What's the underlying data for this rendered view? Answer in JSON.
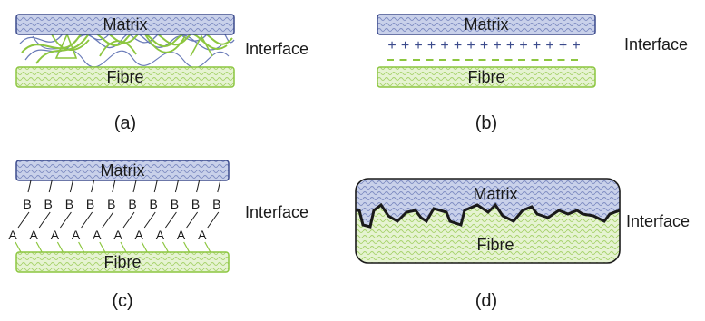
{
  "labels": {
    "matrix": "Matrix",
    "fibre": "Fibre",
    "interface": "Interface"
  },
  "captions": {
    "a": "(a)",
    "b": "(b)",
    "c": "(c)",
    "d": "(d)"
  },
  "panel_c": {
    "matrix_group": "B",
    "fibre_group": "A",
    "pair_count": 10
  },
  "colors": {
    "matrix_stroke": "#3b4a8c",
    "matrix_fill": "#c9d1ea",
    "fibre_stroke": "#8cc63f",
    "fibre_fill": "#e6f3d2",
    "charge_positive": "#3b4a8c",
    "charge_negative": "#8cc63f"
  }
}
